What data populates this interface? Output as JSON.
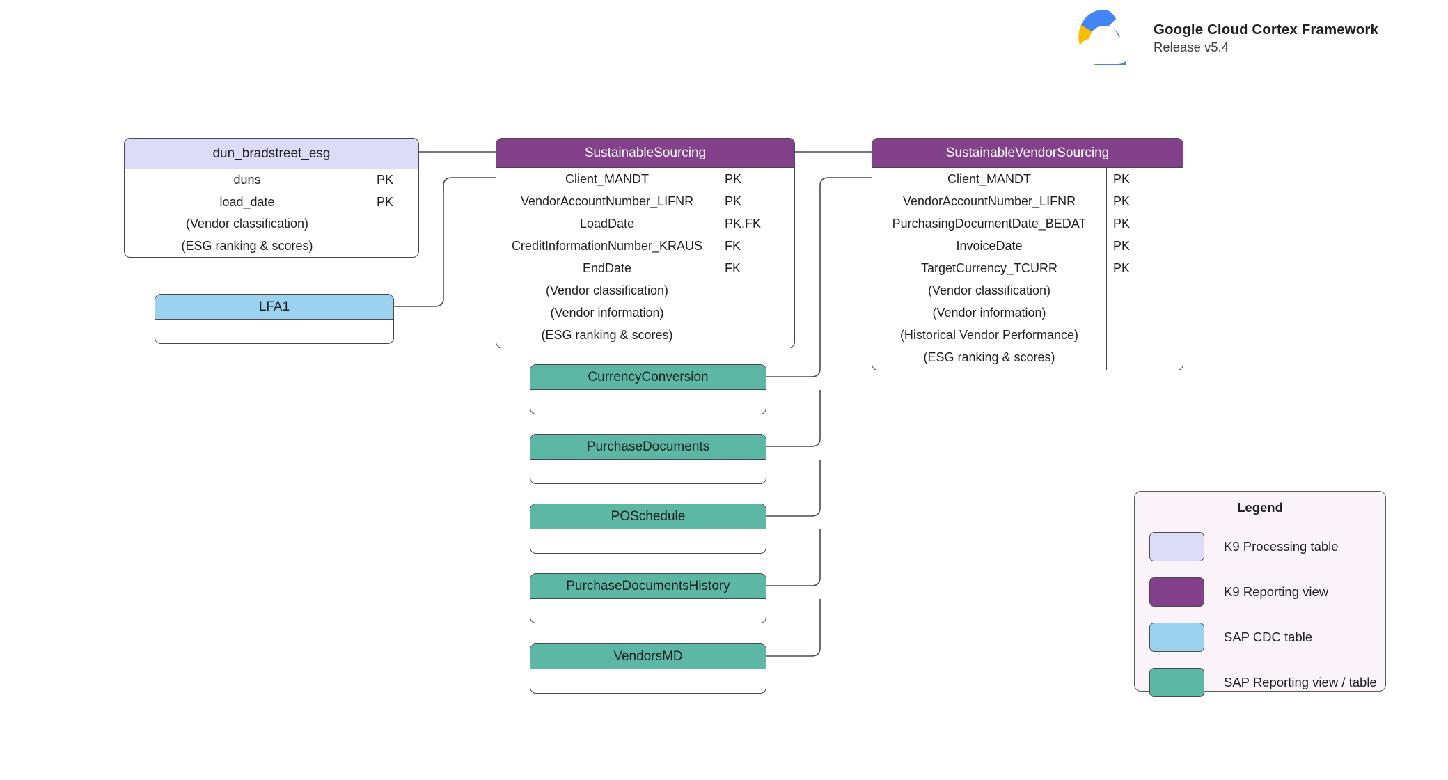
{
  "header": {
    "logo_icon": "google-cloud-logo-icon",
    "title": "Google Cloud Cortex Framework",
    "release": "Release v5.4"
  },
  "diagram": {
    "type": "entity-relationship-diagram",
    "colors": {
      "k9_processing_table": "#dcdcf8",
      "k9_reporting_view": "#82418a",
      "sap_cdc_table": "#9bd2ef",
      "sap_reporting_view": "#5cb8a4",
      "border": "#49494d",
      "legend_background": "#faf3f7"
    },
    "entities": [
      {
        "id": "dun_bradstreet_esg",
        "name": "dun_bradstreet_esg",
        "kind": "K9 Processing table",
        "fields": [
          {
            "name": "duns",
            "key": "PK"
          },
          {
            "name": "load_date",
            "key": "PK"
          },
          {
            "name": "(Vendor classification)",
            "key": ""
          },
          {
            "name": "(ESG ranking & scores)",
            "key": ""
          }
        ]
      },
      {
        "id": "lfa1",
        "name": "LFA1",
        "kind": "SAP CDC table",
        "fields": []
      },
      {
        "id": "sustainable_sourcing",
        "name": "SustainableSourcing",
        "kind": "K9 Reporting view",
        "fields": [
          {
            "name": "Client_MANDT",
            "key": "PK"
          },
          {
            "name": "VendorAccountNumber_LIFNR",
            "key": "PK"
          },
          {
            "name": "LoadDate",
            "key": "PK,FK"
          },
          {
            "name": "CreditInformationNumber_KRAUS",
            "key": "FK"
          },
          {
            "name": "EndDate",
            "key": "FK"
          },
          {
            "name": "(Vendor classification)",
            "key": ""
          },
          {
            "name": "(Vendor information)",
            "key": ""
          },
          {
            "name": "(ESG ranking & scores)",
            "key": ""
          }
        ]
      },
      {
        "id": "sustainable_vendor_sourcing",
        "name": "SustainableVendorSourcing",
        "kind": "K9 Reporting view",
        "fields": [
          {
            "name": "Client_MANDT",
            "key": "PK"
          },
          {
            "name": "VendorAccountNumber_LIFNR",
            "key": "PK"
          },
          {
            "name": "PurchasingDocumentDate_BEDAT",
            "key": "PK"
          },
          {
            "name": "InvoiceDate",
            "key": "PK"
          },
          {
            "name": "TargetCurrency_TCURR",
            "key": "PK"
          },
          {
            "name": "(Vendor classification)",
            "key": ""
          },
          {
            "name": "(Vendor information)",
            "key": ""
          },
          {
            "name": "(Historical Vendor Performance)",
            "key": ""
          },
          {
            "name": "(ESG ranking & scores)",
            "key": ""
          }
        ]
      },
      {
        "id": "currency_conversion",
        "name": "CurrencyConversion",
        "kind": "SAP Reporting view / table",
        "fields": []
      },
      {
        "id": "purchase_documents",
        "name": "PurchaseDocuments",
        "kind": "SAP Reporting view / table",
        "fields": []
      },
      {
        "id": "po_schedule",
        "name": "POSchedule",
        "kind": "SAP Reporting view / table",
        "fields": []
      },
      {
        "id": "purchase_documents_history",
        "name": "PurchaseDocumentsHistory",
        "kind": "SAP Reporting view / table",
        "fields": []
      },
      {
        "id": "vendors_md",
        "name": "VendorsMD",
        "kind": "SAP Reporting view / table",
        "fields": []
      }
    ],
    "relationships": [
      {
        "from": "dun_bradstreet_esg",
        "to": "sustainable_sourcing"
      },
      {
        "from": "lfa1",
        "to": "sustainable_sourcing"
      },
      {
        "from": "sustainable_sourcing",
        "to": "sustainable_vendor_sourcing"
      },
      {
        "from": "currency_conversion",
        "to": "sustainable_vendor_sourcing"
      },
      {
        "from": "purchase_documents",
        "to": "sustainable_vendor_sourcing"
      },
      {
        "from": "po_schedule",
        "to": "sustainable_vendor_sourcing"
      },
      {
        "from": "purchase_documents_history",
        "to": "sustainable_vendor_sourcing"
      },
      {
        "from": "vendors_md",
        "to": "sustainable_vendor_sourcing"
      }
    ]
  },
  "legend": {
    "title": "Legend",
    "items": [
      {
        "label": "K9 Processing table",
        "color": "#dcdcf8"
      },
      {
        "label": "K9 Reporting view",
        "color": "#82418a"
      },
      {
        "label": "SAP CDC table",
        "color": "#9bd2ef"
      },
      {
        "label": "SAP Reporting view / table",
        "color": "#5cb8a4"
      }
    ]
  }
}
